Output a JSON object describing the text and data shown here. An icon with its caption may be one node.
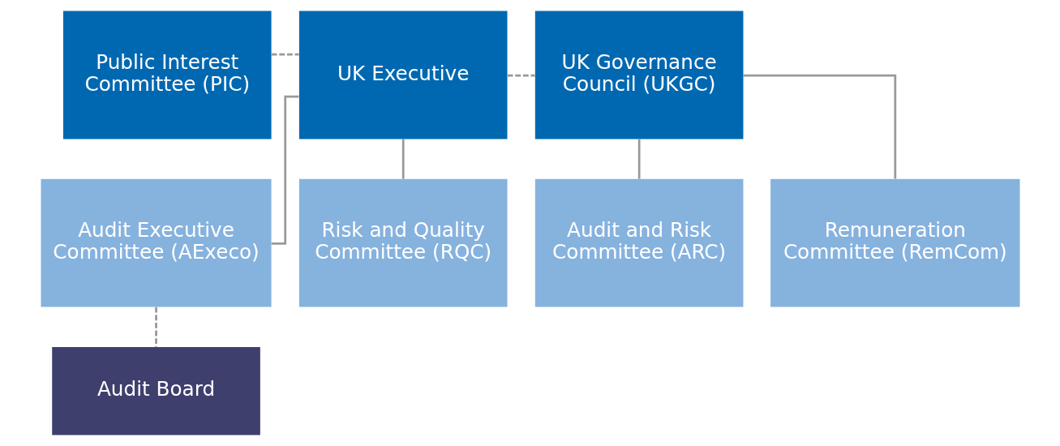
{
  "diagram": {
    "nodes": [
      {
        "text": [
          "Public Interest Committee (PIC)"
        ]
      },
      {
        "text": [
          "UK Executive"
        ]
      },
      {
        "text": [
          "UK Governance Council (UKGC)"
        ]
      },
      {
        "text": [
          "Audit Executive Committee (AExeco)"
        ]
      },
      {
        "text": [
          "Risk and Quality Committee (RQC)"
        ]
      },
      {
        "text": [
          "Audit and Risk Committee (ARC)"
        ]
      },
      {
        "text": [
          "Remuneration Committee (RemCom)"
        ]
      },
      {
        "text": [
          "Audit Board"
        ]
      }
    ],
    "edges": [
      {
        "from": 0,
        "to": 1,
        "arrow": "none",
        "style": "dashed"
      },
      {
        "from": 1,
        "to": 2,
        "arrow": "none",
        "style": "dashed"
      },
      {
        "from": 1,
        "to": 3,
        "arrow": "none"
      },
      {
        "from": 1,
        "to": 4,
        "arrow": "none"
      },
      {
        "from": 2,
        "to": 5,
        "arrow": "none"
      },
      {
        "from": 2,
        "to": 6,
        "arrow": "none"
      },
      {
        "from": 3,
        "to": 7,
        "arrow": "none",
        "style": "dashed"
      }
    ]
  }
}
